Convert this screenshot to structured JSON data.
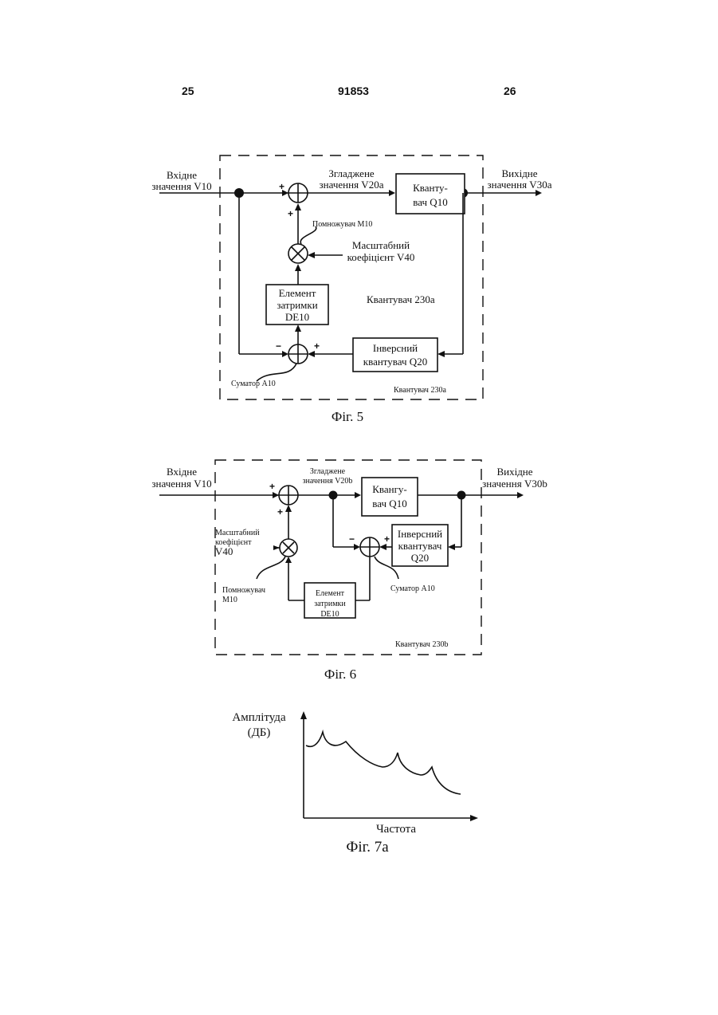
{
  "header": {
    "page_left": "25",
    "patent_no": "91853",
    "page_right": "26"
  },
  "fig5": {
    "input_line1": "Вхідне",
    "input_line2": "значення V10",
    "smoothed_line1": "Згладжене",
    "smoothed_line2": "значення V20a",
    "quantizer_line1": "Кванту-",
    "quantizer_line2": "вач Q10",
    "output_line1": "Вихідне",
    "output_line2": "значення V30a",
    "multiplier": "Помножувач M10",
    "scale_line1": "Масштабний",
    "scale_line2": "коефіцієнт V40",
    "delay_line1": "Елемент",
    "delay_line2": "затримки",
    "delay_line3": "DE10",
    "inner_label": "Квантувач 230a",
    "inverse_line1": "Інверсний",
    "inverse_line2": "квантувач Q20",
    "summer": "Суматор А10",
    "frame_label": "Квантувач 230a",
    "plus_top": "+",
    "plus_bottom": "+",
    "minus_sum": "−",
    "plus_sum": "+",
    "caption": "Фіг. 5"
  },
  "fig6": {
    "input_line1": "Вхідне",
    "input_line2": "значення V10",
    "smoothed_line1": "Згладжене",
    "smoothed_line2": "значення V20b",
    "quantizer_line1": "Квангу-",
    "quantizer_line2": "вач Q10",
    "output_line1": "Вихідне",
    "output_line2": "значення V30b",
    "scale_line1": "Масштабний",
    "scale_line2": "коефіцієнт",
    "scale_line3": "V40",
    "inverse_line1": "Інверсний",
    "inverse_line2": "квантувач",
    "inverse_line3": "Q20",
    "multiplier_line1": "Помножувач",
    "multiplier_line2": "M10",
    "delay_line1": "Елемент",
    "delay_line2": "затримки",
    "delay_line3": "DE10",
    "summer": "Суматор А10",
    "frame_label": "Квантувач 230b",
    "plus_top": "+",
    "plus_bottom": "+",
    "minus_sum": "−",
    "plus_sum": "+",
    "caption": "Фіг. 6"
  },
  "fig7a": {
    "ylabel_line1": "Амплітуда",
    "ylabel_line2": "(ДБ)",
    "xlabel": "Частота",
    "caption": "Фіг. 7a"
  }
}
